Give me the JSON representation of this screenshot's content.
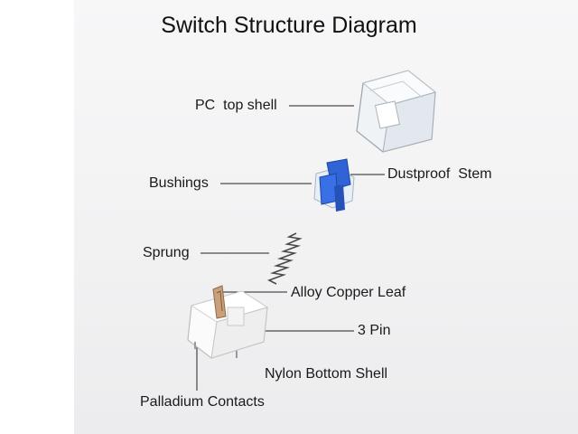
{
  "diagram": {
    "title": "Switch Structure Diagram",
    "labels": {
      "top_shell": "PC  top shell",
      "bushings": "Bushings",
      "stem": "Dustproof  Stem",
      "spring": "Sprung",
      "leaf": "Alloy Copper Leaf",
      "pin": "3 Pin",
      "bottom_shell": "Nylon Bottom Shell",
      "contacts": "Palladium Contacts"
    }
  },
  "colors": {
    "stem_blue": "#2f63d6",
    "text": "#1a1a1a",
    "leader_line": "#222222"
  }
}
